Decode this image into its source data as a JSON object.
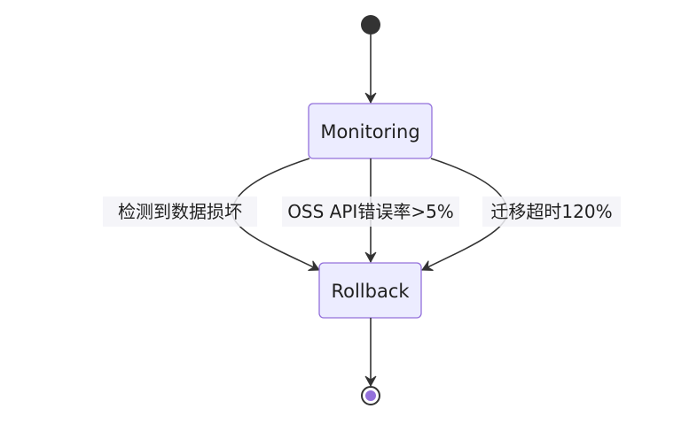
{
  "diagram": {
    "type": "state-diagram",
    "states": {
      "monitoring": "Monitoring",
      "rollback": "Rollback"
    },
    "transitions": {
      "data_corruption": "检测到数据损坏",
      "oss_api_error": "OSS API错误率>5%",
      "migration_timeout": "迁移超时120%"
    },
    "colors": {
      "state_fill": "#ECECFF",
      "state_border": "#9370DB",
      "edge": "#333333",
      "start_node": "#333333",
      "end_node_fill": "#9370DB"
    }
  }
}
